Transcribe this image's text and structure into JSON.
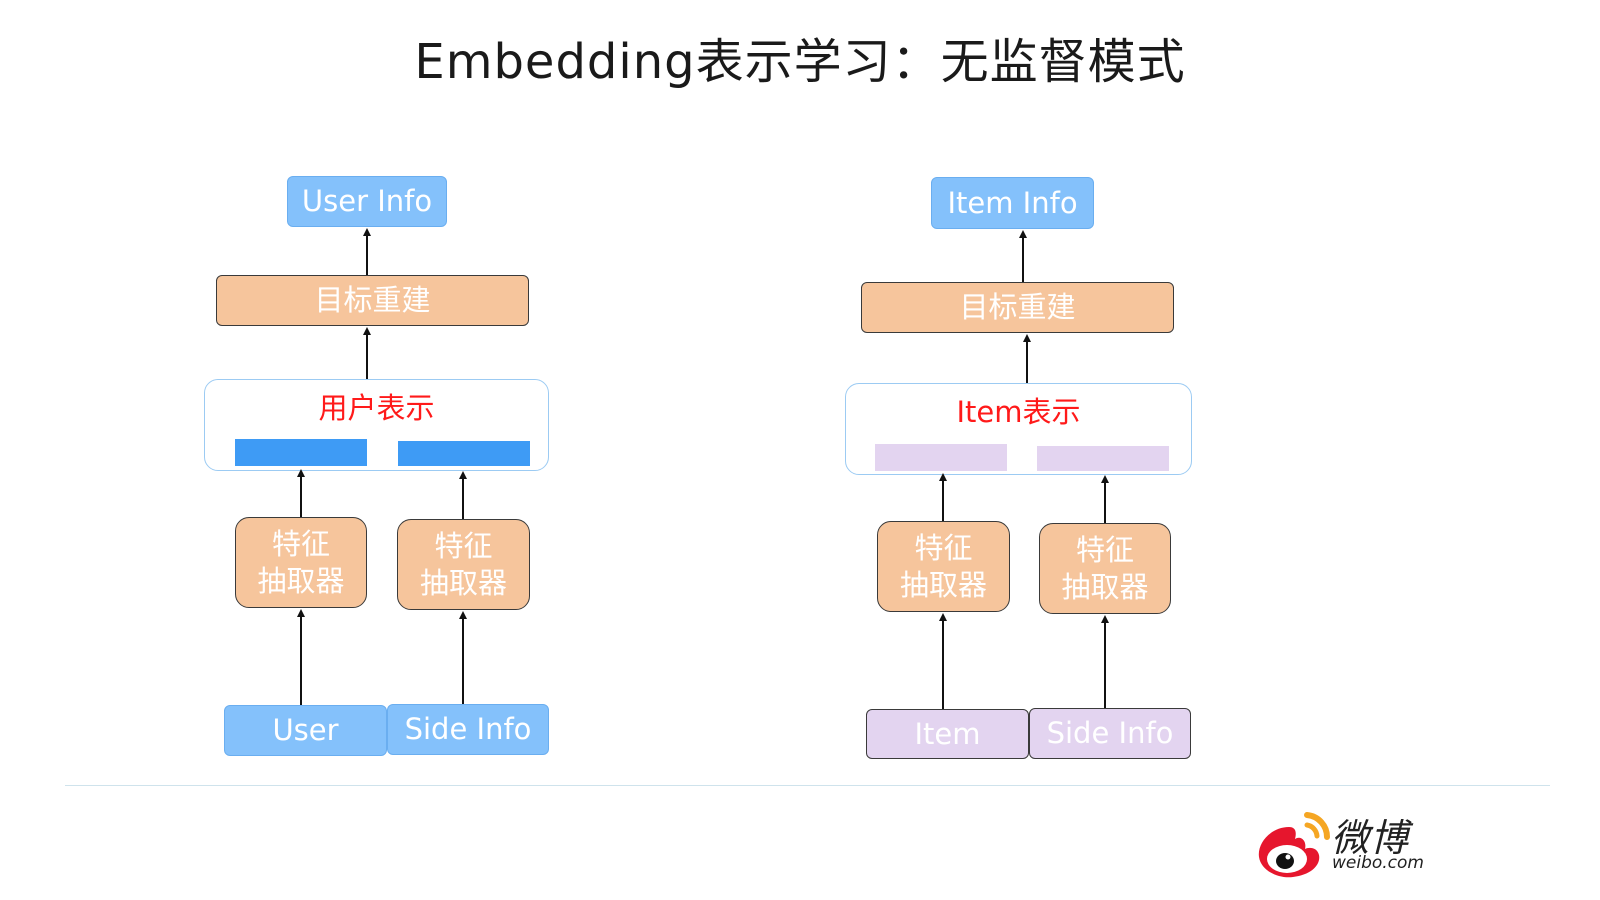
{
  "title": "Embedding表示学习：无监督模式",
  "left": {
    "top_label": "User Info",
    "reconstruct_label": "目标重建",
    "representation_label": "用户表示",
    "extractor_1_label": "特征\n抽取器",
    "extractor_2_label": "特征\n抽取器",
    "input_1_label": "User",
    "input_2_label": "Side Info",
    "bar_color": "#3e9bf5"
  },
  "right": {
    "top_label": "Item Info",
    "reconstruct_label": "目标重建",
    "representation_label": "Item表示",
    "extractor_1_label": "特征\n抽取器",
    "extractor_2_label": "特征\n抽取器",
    "input_1_label": "Item",
    "input_2_label": "Side Info",
    "bar_color": "#e3d4f0"
  },
  "logo": {
    "name": "微博",
    "url": "weibo.com",
    "icon": "weibo-eye-logo"
  },
  "colors": {
    "blue_box": "#84c1fb",
    "orange_box": "#f6c59c",
    "purple_box": "#e3d4f0",
    "repr_label": "#ff1a1a",
    "logo_red": "#e6162d",
    "logo_orange": "#f5a623"
  }
}
